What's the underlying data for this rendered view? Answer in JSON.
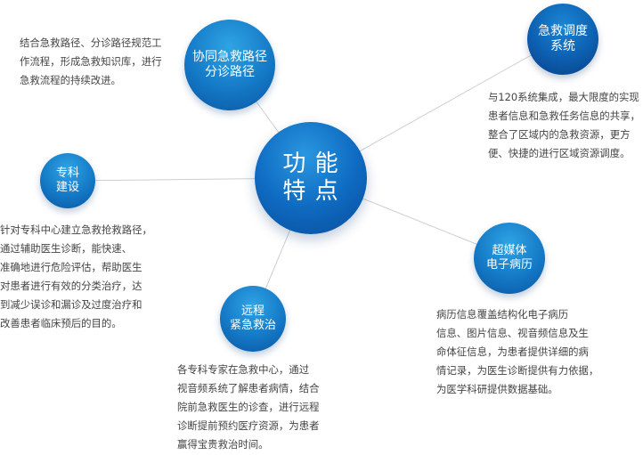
{
  "center": {
    "line1": "功 能",
    "line2": "特 点"
  },
  "nodes": [
    {
      "id": "xietong",
      "line1": "协同急救路径",
      "line2": "分诊路径"
    },
    {
      "id": "jijiu",
      "line1": "急救调度",
      "line2": "系统"
    },
    {
      "id": "zhuanke",
      "line1": "专科",
      "line2": "建设"
    },
    {
      "id": "chaomeiti",
      "line1": "超媒体",
      "line2": "电子病历"
    },
    {
      "id": "yuancheng",
      "line1": "远程",
      "line2": "紧急救治"
    }
  ],
  "descriptions": {
    "xietong": [
      "结合急救路径、分诊路径规范工",
      "作流程，形成急救知识库，进行",
      "急救流程的持续改进。"
    ],
    "jijiu": [
      "与120系统集成，最大限度的实现",
      "患者信息和急救任务信息的共享，",
      "整合了区域内的急救资源，更方",
      "便、快捷的进行区域资源调度。"
    ],
    "zhuanke": [
      "针对专科中心建立急救抢救路径，",
      "通过辅助医生诊断，能快速、",
      "准确地进行危险评估，帮助医生",
      "对患者进行有效的分类治疗，达",
      "到减少误诊和漏诊及过度治疗和",
      "改善患者临床预后的目的。"
    ],
    "chaomeiti": [
      "病历信息覆盖结构化电子病历",
      "信息、图片信息、视音频信息及生",
      "命体征信息，为患者提供详细的病",
      "情记录，为医生诊断提供有力依据，",
      "为医学科研提供数据基础。"
    ],
    "yuancheng": [
      "各专科专家在急救中心，通过",
      "视音频系统了解患者病情，结合",
      "院前急救医生的诊查，进行远程",
      "诊断提前预约医疗资源，为患者",
      "赢得宝贵救治时间。"
    ]
  },
  "colors": {
    "center": "#0f6cc2",
    "light_node": "#1479c6",
    "dark_node": "#0d5fb0",
    "connector": "#cccccc",
    "text": "#444444"
  }
}
